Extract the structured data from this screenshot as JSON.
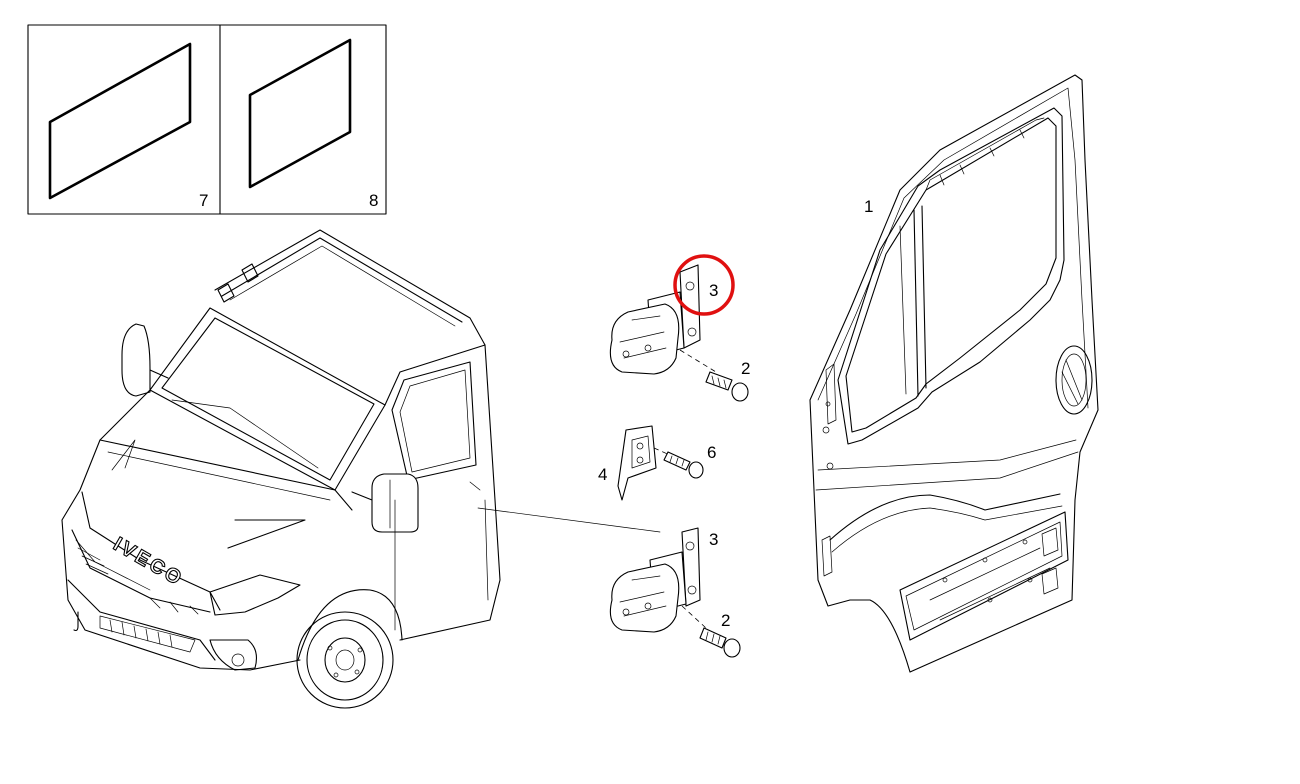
{
  "callouts": {
    "glass_front": "7",
    "glass_rear": "8",
    "door": "1",
    "hinge_upper_plate": "3",
    "hinge_upper_bolt": "2",
    "check_strap": "4",
    "check_strap_bolt": "6",
    "hinge_lower_plate": "3",
    "hinge_lower_bolt": "2"
  },
  "logo": {
    "brand": "IVECO"
  },
  "colors": {
    "highlight_circle": "#e01010",
    "lines": "#000000"
  },
  "icons": {
    "highlight": "circle-highlight-icon"
  }
}
